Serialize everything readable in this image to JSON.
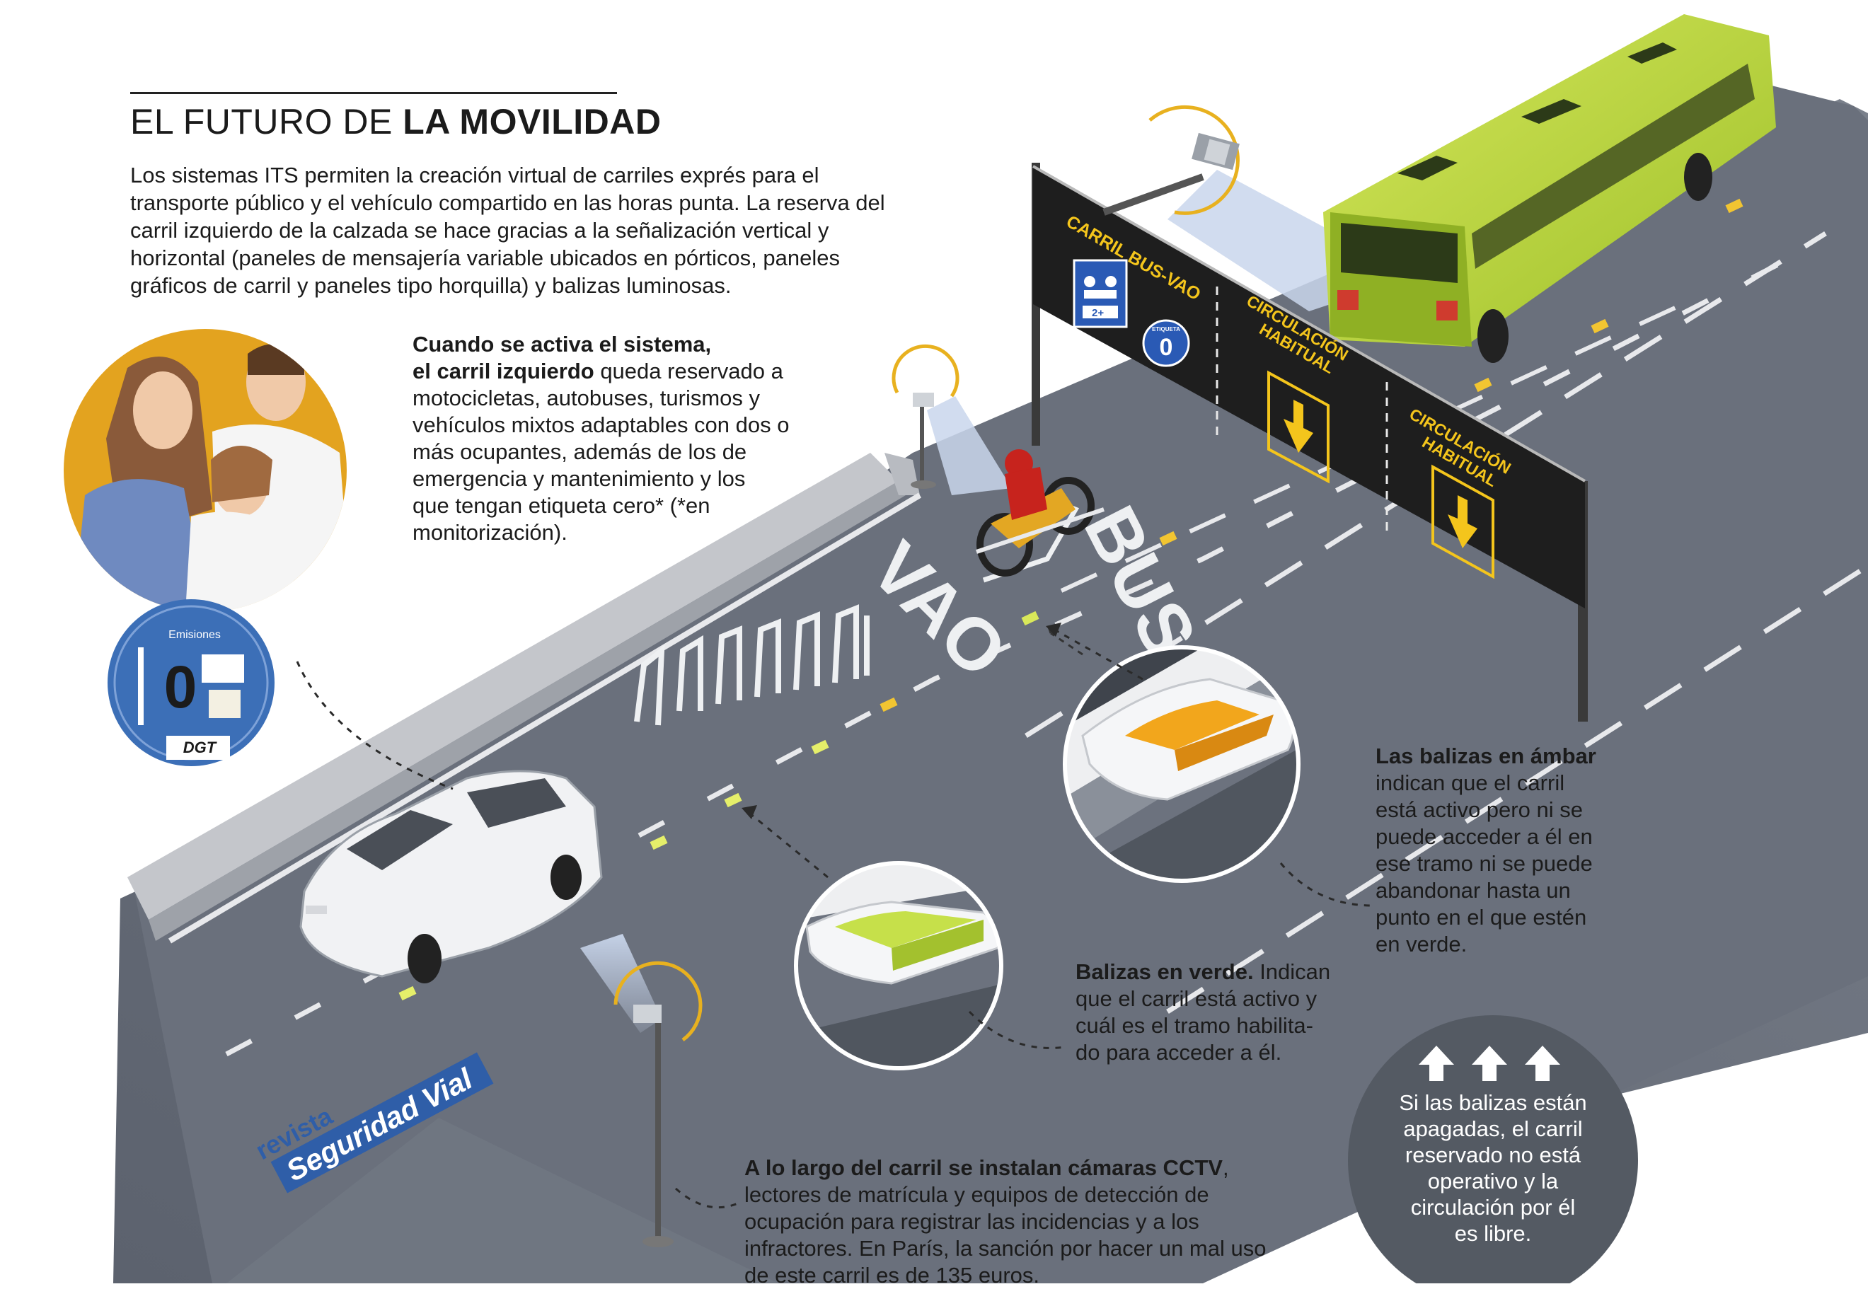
{
  "title": {
    "light": "EL FUTURO DE ",
    "bold": "LA MOVILIDAD"
  },
  "intro": [
    "Los sistemas ITS permiten la creación virtual de carriles exprés para el",
    "transporte público y el vehículo compartido en las horas punta. La reserva del",
    "carril izquierdo de la calzada se hace gracias a la señalización vertical y",
    "horizontal (paneles de mensajería variable ubicados en pórticos, paneles",
    "gráficos de carril y paneles tipo horquilla) y balizas luminosas."
  ],
  "system_callout": {
    "bold_lines": [
      "Cuando se activa el sistema,",
      "el carril izquierdo"
    ],
    "rest_first_line": " queda reservado a",
    "lines": [
      "motocicletas, autobuses, turismos y",
      "vehículos mixtos adaptables con dos o",
      "más ocupantes, además de los de",
      "emergencia y mantenimiento y los",
      "que tengan etiqueta cero* (*en",
      "monitorización)."
    ]
  },
  "amber_callout": {
    "bold": "Las balizas en ámbar",
    "lines": [
      "indican que el carril",
      "está activo pero ni se",
      "puede acceder a él en",
      "ese tramo ni se puede",
      "abandonar hasta un",
      "punto en el que estén",
      "en verde."
    ]
  },
  "green_callout": {
    "bold": "Balizas en verde.",
    "first_rest": " Indican",
    "lines": [
      "que el carril está activo y",
      "cuál es el tramo habilita-",
      "do para acceder a él."
    ]
  },
  "cctv_callout": {
    "bold": "A lo largo del carril se instalan cámaras CCTV",
    "first_rest": ",",
    "lines": [
      "lectores de matrícula y equipos de detección de",
      "ocupación para registrar las incidencias y a los",
      "infractores. En París, la sanción por hacer un mal uso",
      "de este carril es de 135 euros."
    ]
  },
  "off_callout": {
    "lines": [
      "Si las balizas están",
      "apagadas, el carril",
      "reservado no está",
      "operativo y la",
      "circulación por él",
      "es libre."
    ]
  },
  "gantry": {
    "lane1_label": "CARRIL BUS-VAO",
    "badge_small": "ETIQUETA",
    "badge_value": "0",
    "plus_label": "2+",
    "lane2_label_1": "CIRCULACIÓN",
    "lane2_label_2": "HABITUAL",
    "lane3_label_1": "CIRCULACIÓN",
    "lane3_label_2": "HABITUAL"
  },
  "road_marks": {
    "bus": "BUS",
    "vao": "VAO"
  },
  "label_sticker": {
    "title": "Emisiones",
    "value": "0",
    "brand": "DGT"
  },
  "watermark": {
    "line1": "revista",
    "line2": "Seguridad Vial"
  },
  "colors": {
    "road": "#6c7280",
    "curb": "#c9cbcf",
    "bus_green": "#b5d335",
    "sign_black": "#1e1e1e",
    "sign_yellow": "#f4c51c",
    "amber": "#f2a61c",
    "beacon_green": "#c6e04a",
    "circle_orange": "#e7a923",
    "sticker_blue": "#3c6fb7",
    "gray_circle": "#545a63"
  }
}
